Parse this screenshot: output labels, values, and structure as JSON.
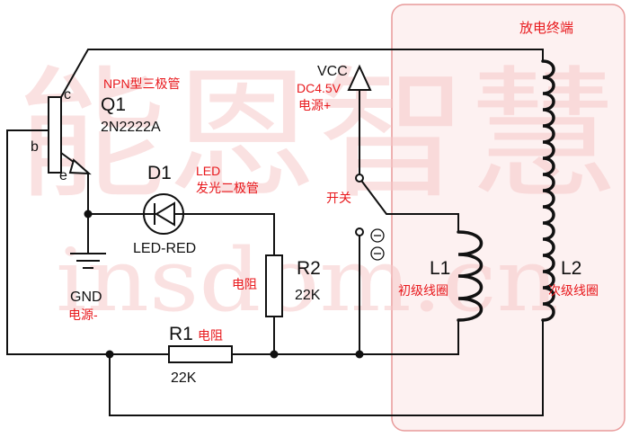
{
  "labels": {
    "discharge_terminal": "放电终端",
    "q1_type": "NPN型三极管",
    "q1_name": "Q1",
    "q1_model": "2N2222A",
    "pin_c": "c",
    "pin_b": "b",
    "pin_e": "e",
    "d1_name": "D1",
    "d1_model": "LED-RED",
    "led_label": "LED",
    "led_desc": "发光二极管",
    "gnd": "GND",
    "gnd_desc": "电源-",
    "vcc": "VCC",
    "vcc_voltage": "DC4.5V",
    "vcc_desc": "电源+",
    "switch": "开关",
    "r2_name": "R2",
    "r2_desc": "电阻",
    "r2_value": "22K",
    "r1_name": "R1",
    "r1_desc": "电阻",
    "r1_value": "22K",
    "l1_name": "L1",
    "l1_desc": "初级线圈",
    "l2_name": "L2",
    "l2_desc": "次级线圈"
  },
  "watermark": {
    "line1": "能恩智慧",
    "line2": "insdom.cn"
  },
  "colors": {
    "wire": "#111111",
    "label_red": "#e8191d",
    "highlight_box": "#e89a9a",
    "highlight_fill": "#fdf1f1",
    "watermark": "#f6c9c9"
  }
}
